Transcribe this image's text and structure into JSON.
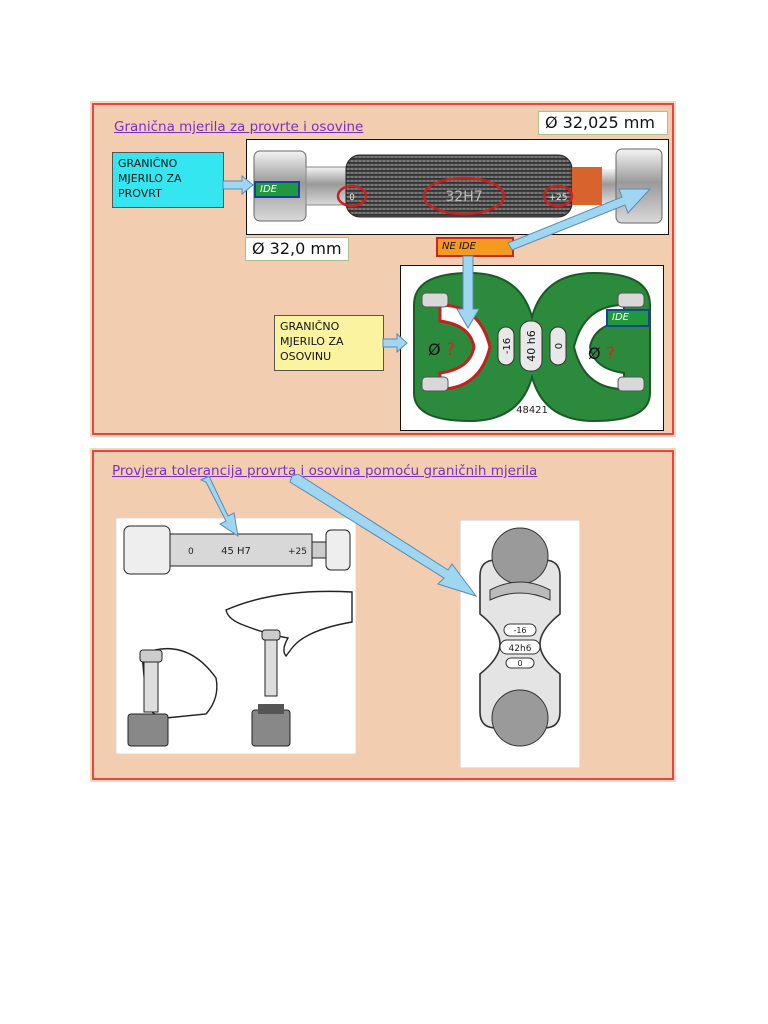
{
  "panel1": {
    "title": "Granična mjerila za provrte i osovine",
    "dim_top": "Ø 32,025 mm",
    "dim_bottom": "Ø 32,0 mm",
    "plug_label": "GRANIČNO MJERILO ZA PROVRT",
    "ide_tag": "IDE",
    "ne_ide_tag": "NE IDE",
    "plug_marks": {
      "left": "0",
      "center": "32H7",
      "right": "+25"
    },
    "snap_label": "GRANIČNO MJERILO ZA OSOVINU",
    "snap_ide_tag": "IDE",
    "snap_marks": {
      "m1": "-16",
      "m2": "40 h6",
      "m3": "0"
    },
    "snap_diam": "Ø",
    "snap_question": "?",
    "snap_number": "48421"
  },
  "panel2": {
    "title": "Provjera tolerancija provrta i osovina pomoću graničnih mjerila",
    "plug_marks": {
      "left": "0",
      "center": "45 H7",
      "right": "+25"
    },
    "snap_marks": {
      "m1": "-16",
      "m2": "42h6",
      "m3": "0"
    }
  },
  "colors": {
    "panel_bg": "#f3cdb0",
    "panel_border": "#e8453c",
    "title": "#7a2fc9",
    "plug_label_bg": "#33e6f0",
    "snap_label_bg": "#fbf3a0",
    "ide_bg": "#1f9a3b",
    "ne_ide_bg": "#f59a1e",
    "arrow": "#9fd6f2",
    "snap_gauge": "#2c8a3c"
  }
}
